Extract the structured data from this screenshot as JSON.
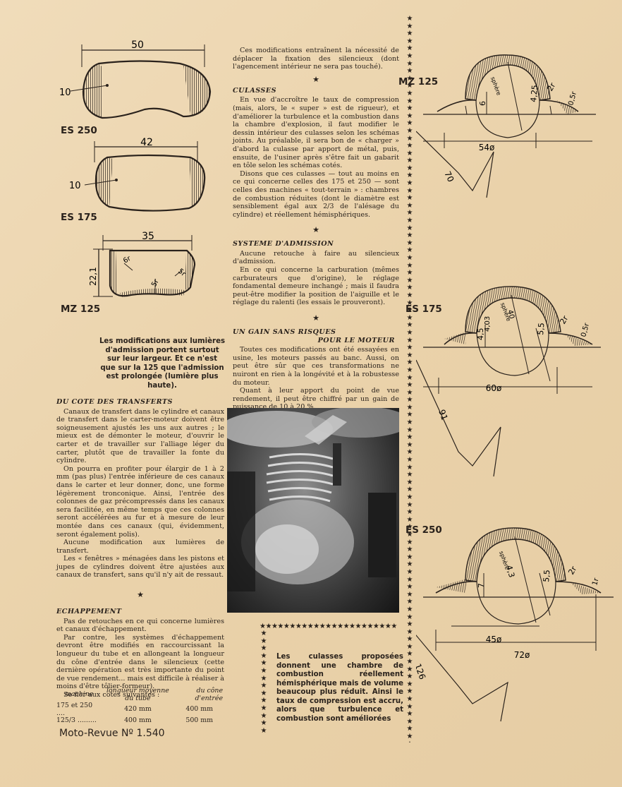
{
  "diagrams": {
    "es250_left": {
      "label": "ES 250",
      "dim_top": "50",
      "dim_side": "10"
    },
    "es175_left": {
      "label": "ES 175",
      "dim_top": "42",
      "dim_side": "10"
    },
    "mz125_left": {
      "label": "MZ 125",
      "dim_top": "35",
      "dim_side": "22,1",
      "r1": "6r",
      "r2": "5r",
      "r3": "5r"
    },
    "mz125_right": {
      "label": "MZ 125",
      "d_main": "54ø",
      "d_diag": "70",
      "d_h": "6",
      "d_r": "4,25",
      "d_r2": "2r",
      "d_r3": "0,5r",
      "sph": "sphère"
    },
    "es175_right": {
      "label": "ES 175",
      "d_main": "60ø",
      "d_diag": "91",
      "d_h": "4,5",
      "d_r": "5,5",
      "d_r2": "2r",
      "d_r3": "0,5r",
      "d_a": "40",
      "d_b": "4,03",
      "sph": "sphère"
    },
    "es250_right": {
      "label": "ES 250",
      "d_main": "72ø",
      "d_inner": "45ø",
      "d_diag": "126",
      "d_h": "7",
      "d_r": "5,5",
      "d_r2": "2r",
      "d_r3": "1r",
      "d_a": "4,3",
      "sph": "sphère"
    }
  },
  "captions": {
    "left": "Les modifications aux lumières d'admission portent surtout sur leur largeur. Et ce n'est que sur la 125 que l'admission est prolongée (lumière plus haute).",
    "right": "Les culasses proposées donnent une chambre de combustion réellement hémisphérique mais de volume beaucoup plus réduit. Ainsi le taux de compression est accru, alors que turbulence et combustion sont améliorées"
  },
  "intro": "Ces modifications entraînent la nécessité de déplacer la fixation des silencieux (dont l'agencement intérieur ne sera pas touché).",
  "star": "★",
  "culasses": {
    "heading": "CULASSES",
    "p1": "En vue d'accroître le taux de compression (mais, alors, le « super » est de rigueur), et d'améliorer la turbulence et la combustion dans la chambre d'explosion, il faut modifier le dessin intérieur des culasses selon les schémas joints. Au préalable, il sera bon de « charger » d'abord la culasse par apport de métal, puis, ensuite, de l'usiner après s'être fait un gabarit en tôle selon les schémas cotés.",
    "p2": "Disons que ces culasses — tout au moins en ce qui concerne celles des 175 et 250 — sont celles des machines « tout-terrain » : chambres de combustion réduites (dont le diamètre est sensiblement égal aux 2/3 de l'alésage du cylindre) et réellement hémisphériques."
  },
  "admission": {
    "heading": "SYSTEME D'ADMISSION",
    "p1": "Aucune retouche à faire au silencieux d'admission.",
    "p2": "En ce qui concerne la carburation (mêmes carburateurs que d'origine), le réglage fondamental demeure inchangé ; mais il faudra peut-être modifier la position de l'aiguille et le réglage du ralenti (les essais le prouveront)."
  },
  "gain": {
    "heading1": "UN GAIN SANS RISQUES",
    "heading2": "POUR LE MOTEUR",
    "p1": "Toutes ces modifications ont été essayées en usine, les moteurs passés au banc. Aussi, on peut être sûr que ces transformations ne nuiront en rien à la longévité et à la robustesse du moteur.",
    "p2": "Quant à leur apport du point de vue rendement, il peut être chiffré par un gain de puissance de 10 à 20 %."
  },
  "transferts": {
    "heading": "DU COTE DES TRANSFERTS",
    "p1": "Canaux de transfert dans le cylindre et canaux de transfert dans le carter-moteur doivent être soigneusement ajustés les uns aux autres ; le mieux est de démonter le moteur, d'ouvrir le carter et de travailler sur l'alliage léger du carter, plutôt que de travailler la fonte du cylindre.",
    "p2": "On pourra en profiter pour élargir de 1 à 2 mm (pas plus) l'entrée inférieure de ces canaux dans le carter et leur donner, donc, une forme légèrement tronconique. Ainsi, l'entrée des colonnes de gaz précompressés dans les canaux sera facilitée, en même temps que ces colonnes seront accélérées au fur et à mesure de leur montée dans ces canaux (qui, évidemment, seront également polis).",
    "p3": "Aucune modification aux lumières de transfert.",
    "p4": "Les « fenêtres » ménagées dans les pistons et jupes de cylindres doivent être ajustées aux canaux de transfert, sans qu'il n'y ait de ressaut."
  },
  "echappement": {
    "heading": "ECHAPPEMENT",
    "p1": "Pas de retouches en ce qui concerne lumières et canaux d'échappement.",
    "p2": "Par contre, les systèmes d'échappement devront être modifiés en raccourcissant la longueur du tube et en allongeant la longueur du cône d'entrée dans le silencieux (cette dernière opération est très importante du point de vue rendement... mais est difficile à réaliser à moins d'être tôlier-formeur).",
    "p3": "Se fier aux cotes suivantes :"
  },
  "spec_table": {
    "headers": [
      "machine",
      "longueur moyenne du tube",
      "du cône d'entrée"
    ],
    "rows": [
      [
        "175 et 250 ....",
        "420 mm",
        "400 mm"
      ],
      [
        "125/3 .........",
        "400 mm",
        "500 mm"
      ]
    ]
  },
  "footer": "Moto-Revue  Nº 1.540",
  "colors": {
    "paper": "#ecd7b3",
    "ink": "#2a221c"
  }
}
